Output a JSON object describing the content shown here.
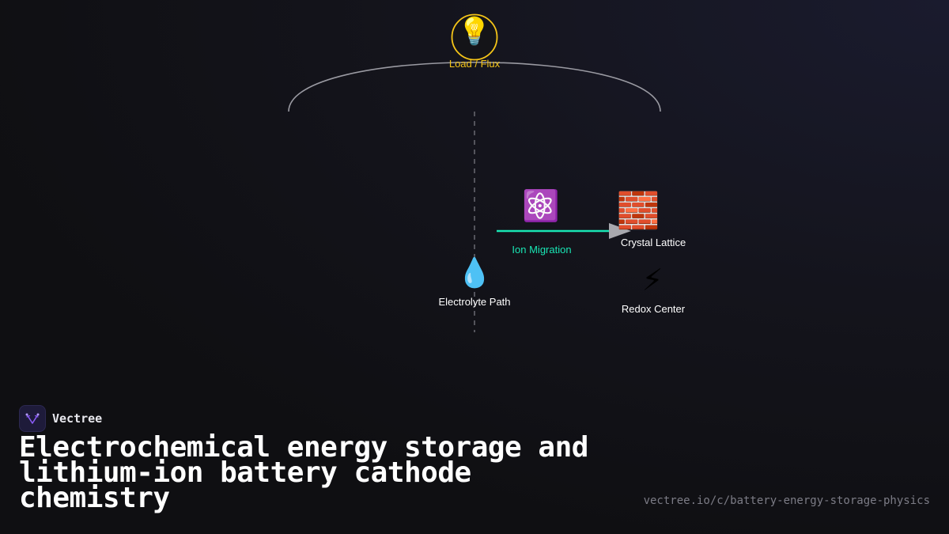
{
  "diagram": {
    "nodes": {
      "load": {
        "label": "Load / Flux",
        "icon": "lightbulb-icon",
        "glyph": "💡"
      },
      "ion": {
        "label": "Ion Migration",
        "icon": "atom-icon",
        "glyph": "⚛️"
      },
      "lattice": {
        "label": "Crystal Lattice",
        "icon": "brick-icon",
        "glyph": "🧱"
      },
      "electrolyte": {
        "label": "Electrolyte Path",
        "icon": "droplet-icon",
        "glyph": "💧"
      },
      "redox": {
        "label": "Redox Center",
        "icon": "lightning-icon",
        "glyph": "⚡"
      }
    }
  },
  "brand": {
    "name": "Vectree"
  },
  "title": "Electrochemical energy storage and lithium-ion battery cathode chemistry",
  "url": "vectree.io/c/battery-energy-storage-physics",
  "colors": {
    "background": "#0f0f12",
    "load_accent": "#f5c518",
    "ion_accent": "#19e6b4",
    "arc": "#9a9aa2",
    "dashed": "#6a6a72",
    "arrowhead": "#a8a8ae",
    "brand_purple": "#8a5cf6"
  }
}
